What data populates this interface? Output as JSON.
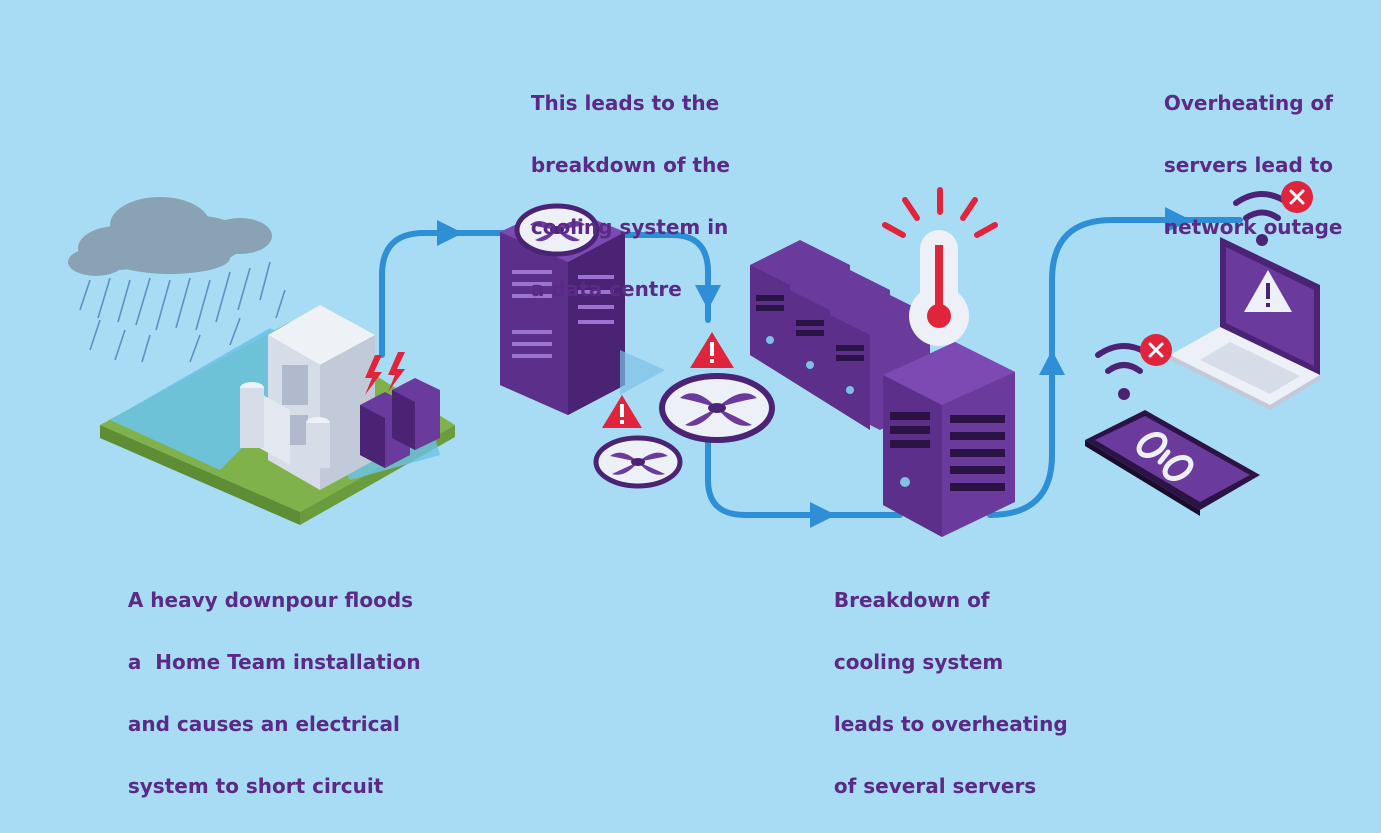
{
  "steps": [
    {
      "id": "flood",
      "lines": [
        "A heavy downpour floods",
        "a  Home Team installation",
        "and causes an electrical",
        "system to short circuit"
      ]
    },
    {
      "id": "cooling",
      "lines": [
        "This leads to the",
        "breakdown of the",
        "cooling system in",
        "a data centre"
      ]
    },
    {
      "id": "overheat",
      "lines": [
        "Breakdown of",
        "cooling system",
        "leads to overheating",
        "of several servers"
      ]
    },
    {
      "id": "outage",
      "lines": [
        "Overheating of",
        "servers lead to",
        "network outage"
      ]
    }
  ],
  "colors": {
    "background": "#a8dcf5",
    "text": "#5b2a86",
    "flow": "#2e8fd6",
    "server": "#6a3a9c",
    "server_dark": "#4b2375",
    "warning": "#e0243c",
    "grass": "#7fb24a",
    "water": "#6cc3e8",
    "cloud": "#8aa3b4"
  },
  "icons": [
    "rain-cloud-icon",
    "flooded-building-icon",
    "lightning-icon",
    "cooling-tower-icon",
    "fan-icon",
    "warning-icon",
    "server-rack-icon",
    "thermometer-icon",
    "laptop-icon",
    "smartphone-icon",
    "wifi-error-icon",
    "broken-link-icon"
  ]
}
